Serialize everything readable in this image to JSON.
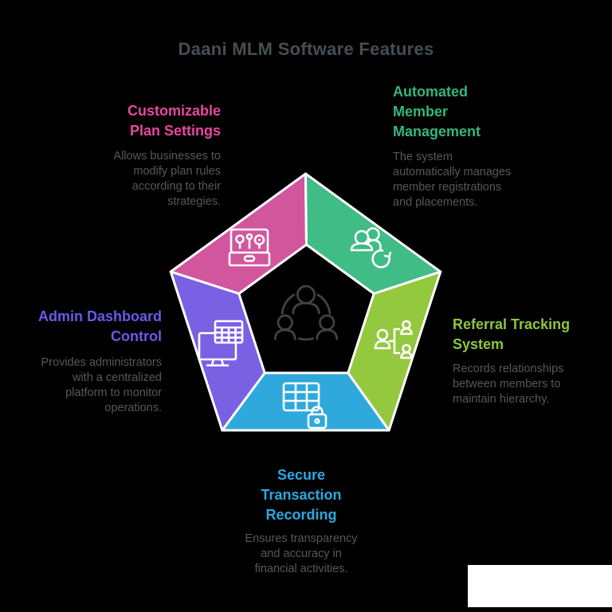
{
  "title": "Daani MLM Software Features",
  "colors": {
    "background": "#000000",
    "title_text": "#454e54",
    "body_text": "#56585b",
    "segment_border": "#ffffff",
    "center_icon": "#424242",
    "watermark_box": "#ffffff"
  },
  "center": {
    "icon": "team-network-icon"
  },
  "features": [
    {
      "id": "customizable-plan-settings",
      "heading": "Customizable\nPlan Settings",
      "description": "Allows businesses to\nmodify plan rules\naccording to their\nstrategies.",
      "heading_color": "#e8479f",
      "segment_color": "#d1569e",
      "icon": "toolbox-icon",
      "position": "top-left"
    },
    {
      "id": "automated-member-management",
      "heading": "Automated\nMember\nManagement",
      "description": "The system\nautomatically manages\nmember registrations\nand placements.",
      "heading_color": "#35b57d",
      "segment_color": "#40bc86",
      "icon": "member-sync-icon",
      "position": "top-right"
    },
    {
      "id": "referral-tracking-system",
      "heading": "Referral Tracking\nSystem",
      "description": "Records relationships\nbetween members to\nmaintain hierarchy.",
      "heading_color": "#8dc63f",
      "segment_color": "#94c83f",
      "icon": "referral-tree-icon",
      "position": "right"
    },
    {
      "id": "secure-transaction-recording",
      "heading": "Secure\nTransaction\nRecording",
      "description": "Ensures transparency\nand accuracy in\nfinancial activities.",
      "heading_color": "#29a9e1",
      "segment_color": "#2fa9dc",
      "icon": "ledger-lock-icon",
      "position": "bottom"
    },
    {
      "id": "admin-dashboard-control",
      "heading": "Admin Dashboard\nControl",
      "description": "Provides administrators\nwith a centralized\nplatform to monitor\noperations.",
      "heading_color": "#6a5aea",
      "segment_color": "#7a60e2",
      "icon": "dashboard-monitor-icon",
      "position": "left"
    }
  ]
}
